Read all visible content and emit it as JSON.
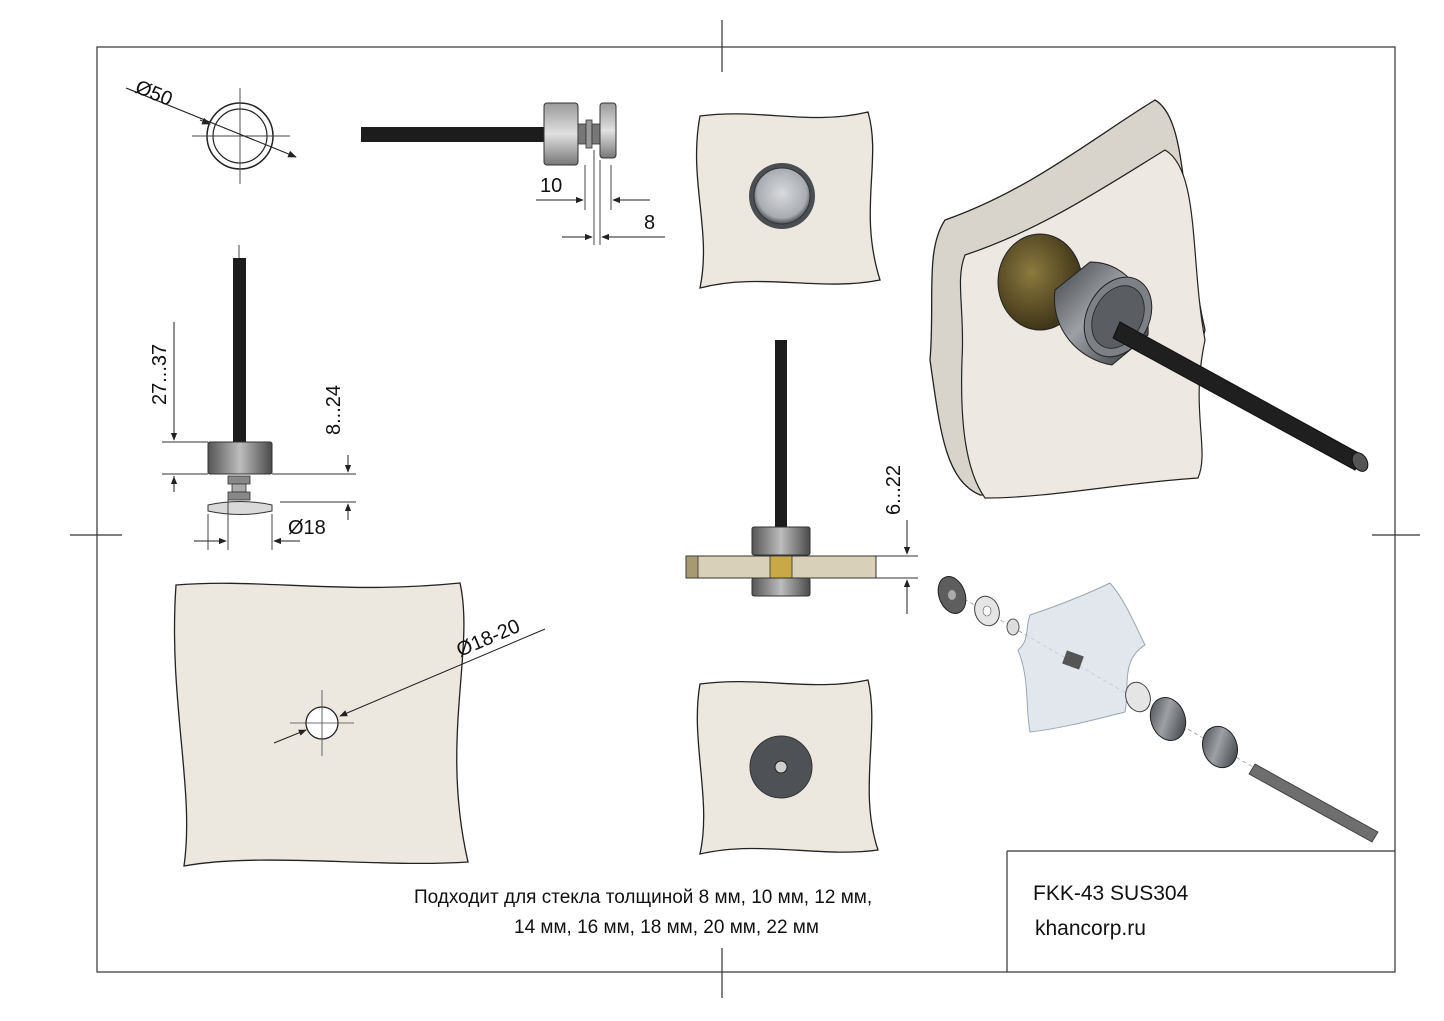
{
  "dimensions": {
    "outer_diameter": "Ø50",
    "washer_thickness": "10",
    "cap_thickness": "8",
    "thread_length": "27...37",
    "cap_height": "8...24",
    "cap_diameter": "Ø18",
    "glass_thickness": "6...22",
    "hole_diameter": "Ø18-20"
  },
  "note": {
    "line1": "Подходит для стекла толщиной 8 мм, 10 мм, 12 мм,",
    "line2": "14 мм, 16 мм, 18 мм, 20 мм, 22 мм"
  },
  "title_block": {
    "model": "FKK-43 SUS304",
    "site": "khancorp.ru"
  },
  "colors": {
    "glass": "#ece8e0",
    "metal": "#7a7a7a",
    "bronze": "#6b5a2e",
    "line": "#222222"
  }
}
